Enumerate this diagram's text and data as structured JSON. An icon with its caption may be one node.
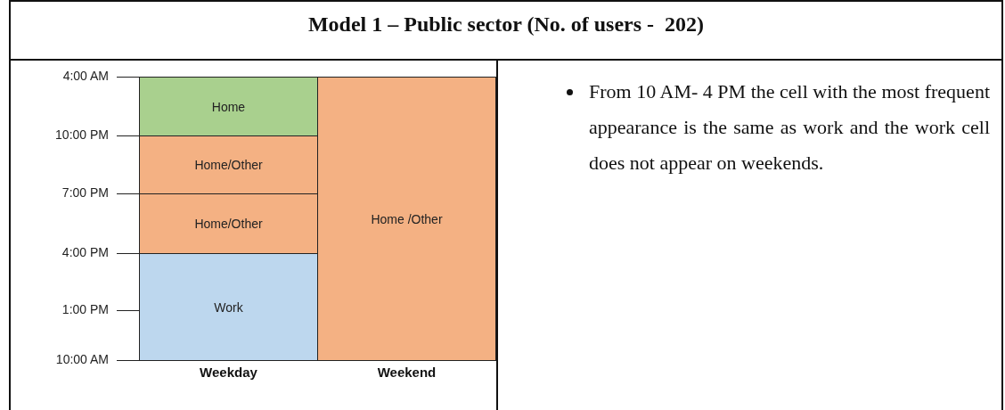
{
  "diagram": {
    "title": "Model 1 – Public sector (No. of users -  202)",
    "nodes": [
      {
        "text": [
          "Home"
        ]
      },
      {
        "text": [
          "Home/Other"
        ]
      },
      {
        "text": [
          "Home/Other"
        ]
      },
      {
        "text": [
          "Work"
        ]
      },
      {
        "text": [
          "Home /Other"
        ]
      }
    ],
    "labels": [
      "4:00 AM",
      "10:00 PM",
      "7:00 PM",
      "4:00 PM",
      "1:00 PM",
      "10:00 AM",
      "Weekday",
      "Weekend",
      "From 10 AM- 4 PM the cell with the most frequent appearance is the same as work and the work cell does not appear on weekends."
    ]
  }
}
